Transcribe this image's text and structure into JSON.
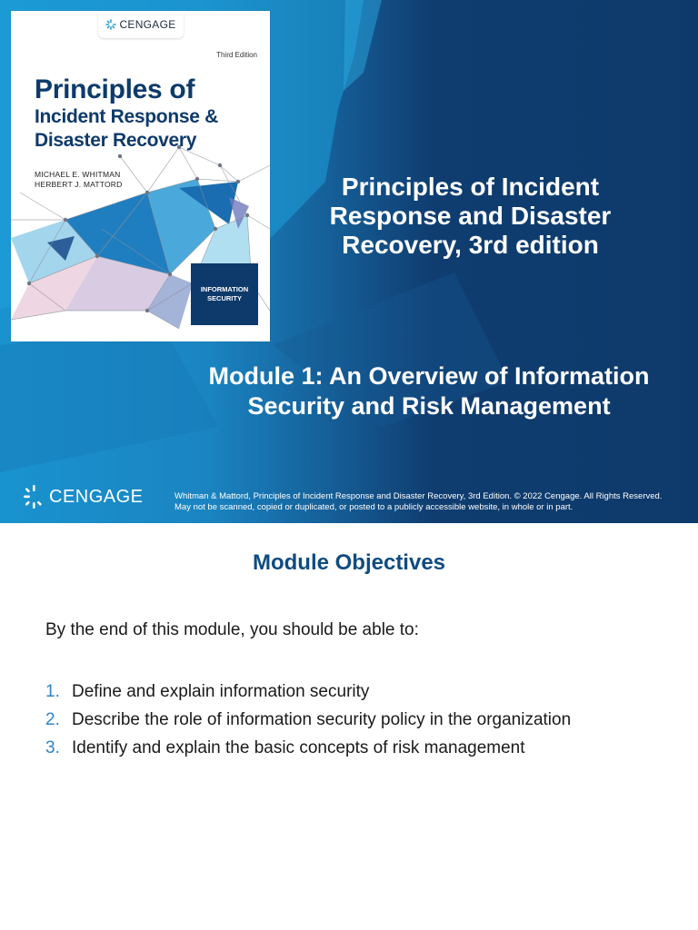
{
  "slide1": {
    "book_cover": {
      "brand": "CENGAGE",
      "edition": "Third Edition",
      "title_line1": "Principles of",
      "title_line2": "Incident Response &",
      "title_line3": "Disaster Recovery",
      "authors": [
        "MICHAEL E. WHITMAN",
        "HERBERT J. MATTORD"
      ],
      "series": "INFORMATION SECURITY"
    },
    "title": "Principles of Incident Response and Disaster Recovery, 3rd edition",
    "subtitle": "Module 1: An Overview of Information Security and Risk Management",
    "footer": {
      "logo_text": "CENGAGE",
      "copyright": "Whitman & Mattord, Principles of Incident Response and Disaster Recovery, 3rd Edition. © 2022 Cengage. All Rights Reserved. May not be scanned, copied or duplicated, or posted to a publicly accessible website, in whole or in part."
    }
  },
  "slide2": {
    "title": "Module Objectives",
    "intro": "By the end of this module, you should be able to:",
    "objectives": [
      {
        "num": "1.",
        "text": "Define and explain information security"
      },
      {
        "num": "2.",
        "text": "Describe the role of information security policy in the organization"
      },
      {
        "num": "3.",
        "text": "Identify and explain the basic concepts of risk management"
      }
    ]
  },
  "colors": {
    "slide_bg_light": "#1993cf",
    "slide_bg_dark": "#0e3a6b",
    "title_blue": "#0f4c81",
    "number_blue": "#2e83c4",
    "cover_title_navy": "#0e3a6b"
  }
}
